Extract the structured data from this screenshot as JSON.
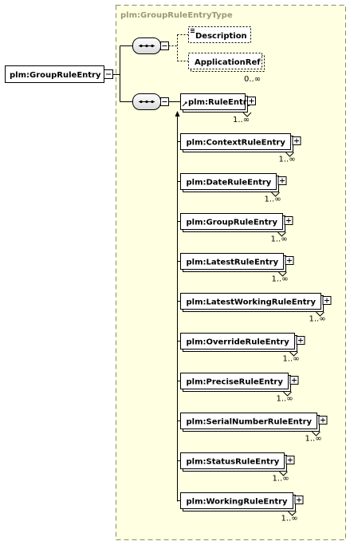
{
  "diagram": {
    "root": {
      "label": "plm:GroupRuleEntry"
    },
    "type_label": "plm:GroupRuleEntryType",
    "attributes": {
      "items": [
        {
          "label": "Description"
        },
        {
          "label": "ApplicationRef"
        }
      ],
      "cardinality": "0..∞"
    },
    "choice": {
      "head": {
        "label": "plm:RuleEntry",
        "cardinality": "1..∞"
      },
      "items": [
        {
          "label": "plm:ContextRuleEntry",
          "cardinality": "1..∞"
        },
        {
          "label": "plm:DateRuleEntry",
          "cardinality": "1..∞"
        },
        {
          "label": "plm:GroupRuleEntry",
          "cardinality": "1..∞"
        },
        {
          "label": "plm:LatestRuleEntry",
          "cardinality": "1..∞"
        },
        {
          "label": "plm:LatestWorkingRuleEntry",
          "cardinality": "1..∞"
        },
        {
          "label": "plm:OverrideRuleEntry",
          "cardinality": "1..∞"
        },
        {
          "label": "plm:PreciseRuleEntry",
          "cardinality": "1..∞"
        },
        {
          "label": "plm:SerialNumberRuleEntry",
          "cardinality": "1..∞"
        },
        {
          "label": "plm:StatusRuleEntry",
          "cardinality": "1..∞"
        },
        {
          "label": "plm:WorkingRuleEntry",
          "cardinality": "1..∞"
        }
      ]
    }
  }
}
